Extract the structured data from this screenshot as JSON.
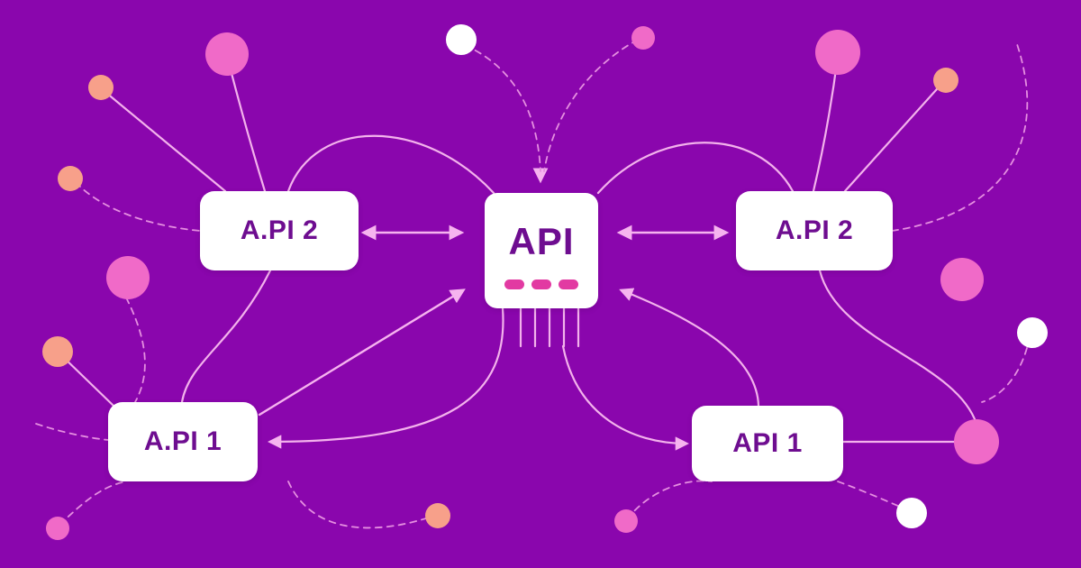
{
  "diagram": {
    "hub": {
      "label": "API",
      "indicator_color": "#e23aa2"
    },
    "nodes": {
      "top_left": {
        "label": "A.PI 2"
      },
      "top_right": {
        "label": "A.PI 2"
      },
      "bottom_left": {
        "label": "A.PI 1"
      },
      "bottom_right": {
        "label": "API 1"
      }
    },
    "colors": {
      "background": "#8a06ad",
      "box": "#ffffff",
      "text": "#6e0d90",
      "connector": "#f3b2ec",
      "circle_pink": "#f06ac8",
      "circle_peach": "#f7a08a",
      "circle_white": "#ffffff"
    }
  }
}
